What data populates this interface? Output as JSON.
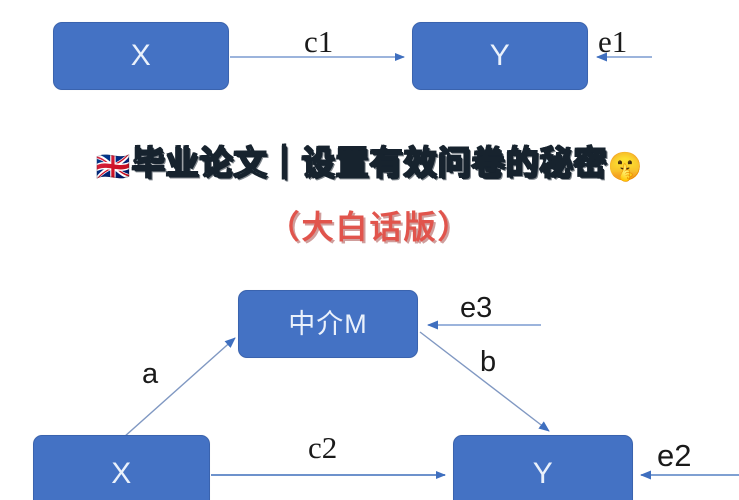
{
  "diagram_top": {
    "name": "simple-regression-model",
    "nodes": [
      {
        "id": "x-top",
        "label": "X"
      },
      {
        "id": "y-top",
        "label": "Y"
      }
    ],
    "edges": [
      {
        "id": "c1",
        "label": "c1",
        "from": "X",
        "to": "Y"
      },
      {
        "id": "e1",
        "label": "e1",
        "from": "error",
        "to": "Y"
      }
    ]
  },
  "headline": {
    "flag_emoji": "🇬🇧",
    "title": "毕业论文｜设置有效问卷的秘密",
    "shush_emoji": "🤫",
    "subtitle": "（大白话版）",
    "title_color": "#DCEEF8",
    "title_outline_color": "#17232E",
    "subtitle_color": "#E1544C"
  },
  "diagram_bottom": {
    "name": "mediation-model",
    "nodes": [
      {
        "id": "m",
        "label": "中介M"
      },
      {
        "id": "x-bot",
        "label": "X"
      },
      {
        "id": "y-bot",
        "label": "Y"
      }
    ],
    "edges": [
      {
        "id": "a",
        "label": "a",
        "from": "X",
        "to": "中介M"
      },
      {
        "id": "b",
        "label": "b",
        "from": "中介M",
        "to": "Y"
      },
      {
        "id": "c2",
        "label": "c2",
        "from": "X",
        "to": "Y"
      },
      {
        "id": "e3",
        "label": "e3",
        "from": "error",
        "to": "中介M"
      },
      {
        "id": "e2",
        "label": "e2",
        "from": "error",
        "to": "Y"
      }
    ]
  },
  "theme": {
    "node_fill": "#4472C4",
    "node_border": "#3A63AE",
    "node_text": "#EAF1FB",
    "arrow_color": "#5B83C4",
    "arrow_head_color": "#3F6FBF",
    "label_text": "#1A1A1A",
    "background": "#FFFFFF"
  }
}
